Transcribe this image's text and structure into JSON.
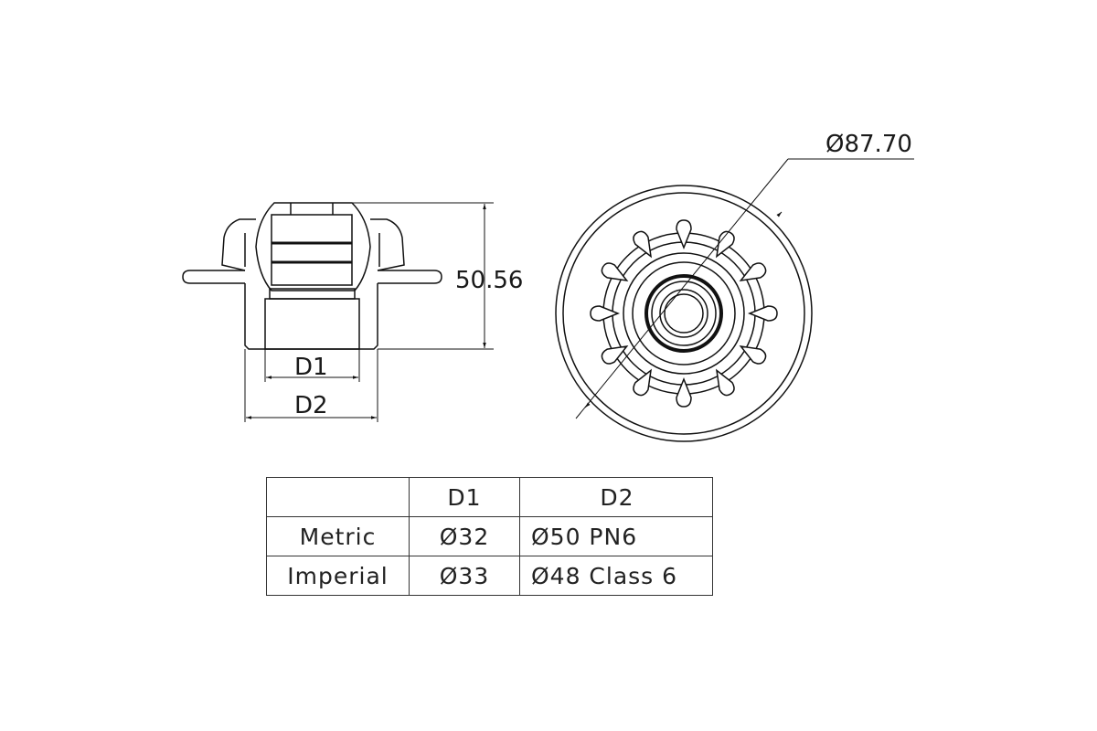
{
  "side_view": {
    "height_dimension": "50.56",
    "d1_label": "D1",
    "d2_label": "D2"
  },
  "top_view": {
    "diameter_dimension": "Ø87.70"
  },
  "table": {
    "headers": [
      "",
      "D1",
      "D2"
    ],
    "rows": [
      {
        "label": "Metric",
        "d1": "Ø32",
        "d2": "Ø50 PN6"
      },
      {
        "label": "Imperial",
        "d1": "Ø33",
        "d2": "Ø48 Class 6"
      }
    ]
  }
}
